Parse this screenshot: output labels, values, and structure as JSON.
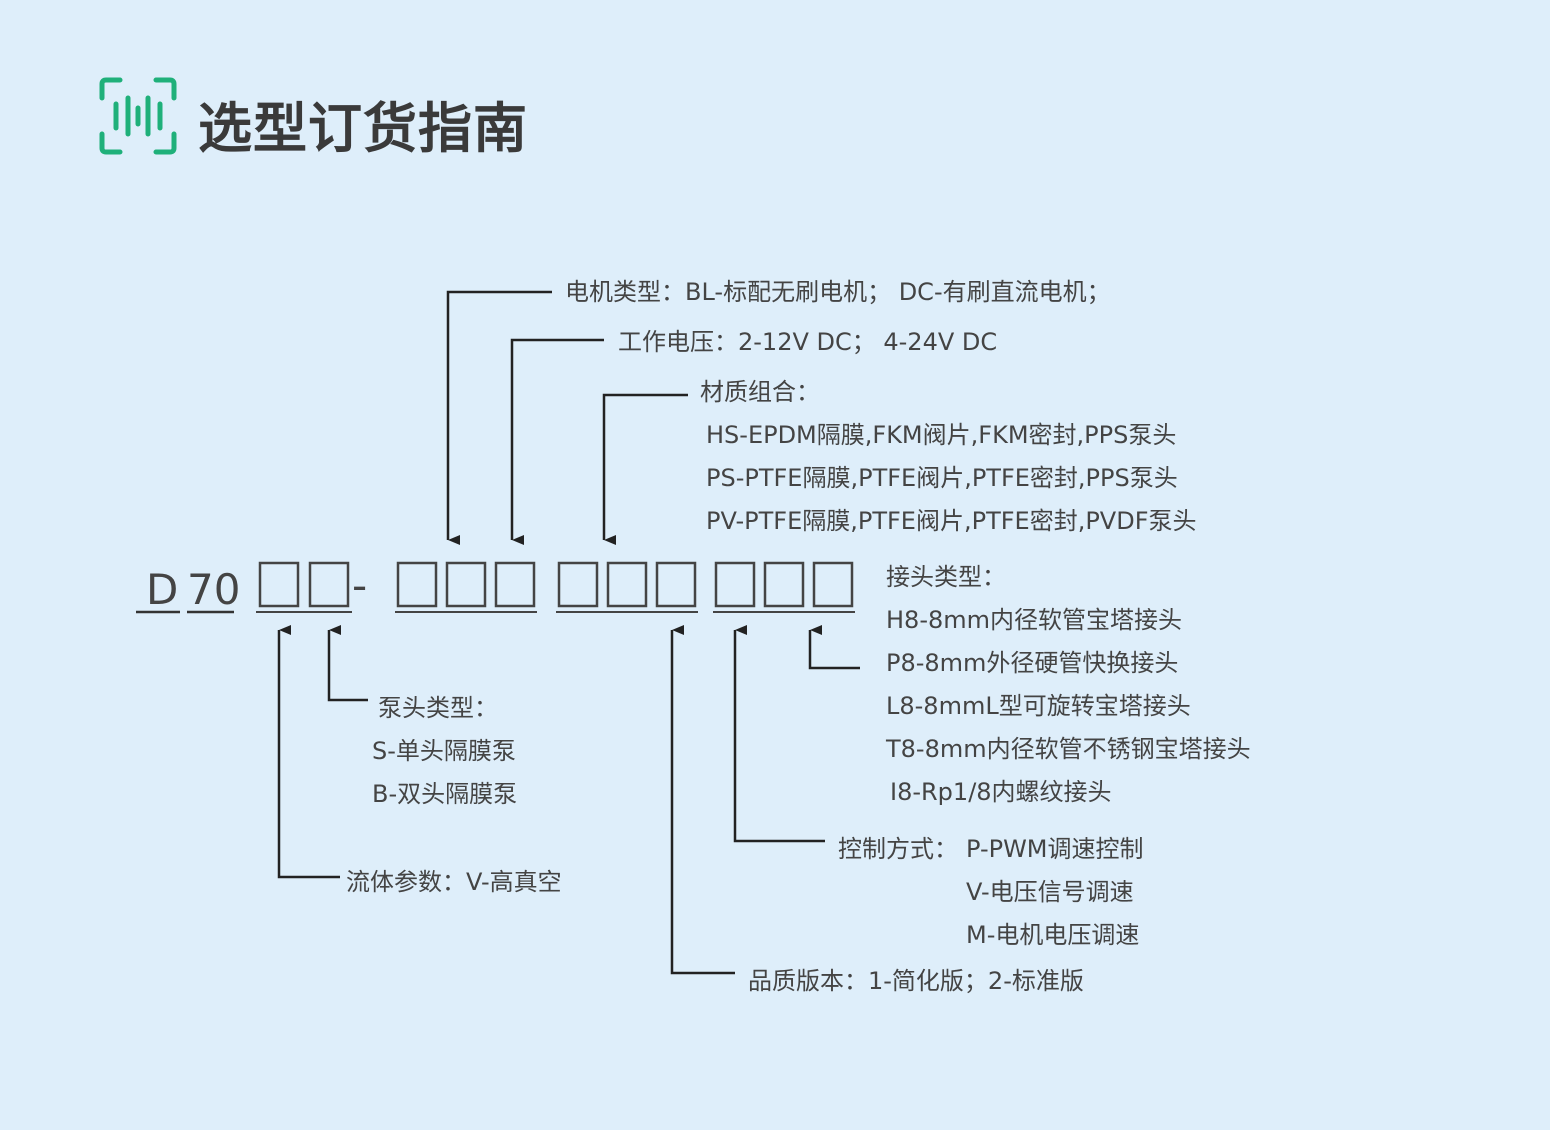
{
  "header": {
    "title": "选型订货指南",
    "icon": "barcode-scan-icon",
    "accent_color": "#1fb07a"
  },
  "code": {
    "prefix_letter": "D",
    "prefix_number": "70",
    "separator": "-"
  },
  "annotations": {
    "motor_type": "电机类型：BL-标配无刷电机； DC-有刷直流电机；",
    "voltage": "工作电压：2-12V DC； 4-24V DC",
    "material": {
      "title": "材质组合：",
      "lines": [
        "HS-EPDM隔膜,FKM阀片,FKM密封,PPS泵头",
        "PS-PTFE隔膜,PTFE阀片,PTFE密封,PPS泵头",
        "PV-PTFE隔膜,PTFE阀片,PTFE密封,PVDF泵头"
      ]
    },
    "connector": {
      "title": "接头类型：",
      "lines": [
        "H8-8mm内径软管宝塔接头",
        "P8-8mm外径硬管快换接头",
        "L8-8mmL型可旋转宝塔接头",
        "T8-8mm内径软管不锈钢宝塔接头",
        "I8-Rp1/8内螺纹接头"
      ]
    },
    "pump_head": {
      "title": "泵头类型：",
      "lines": [
        "S-单头隔膜泵",
        "B-双头隔膜泵"
      ]
    },
    "control": {
      "title": "控制方式：",
      "lines": [
        "P-PWM调速控制",
        "V-电压信号调速",
        "M-电机电压调速"
      ]
    },
    "fluid": "流体参数：V-高真空",
    "quality": "品质版本：1-简化版；2-标准版"
  }
}
